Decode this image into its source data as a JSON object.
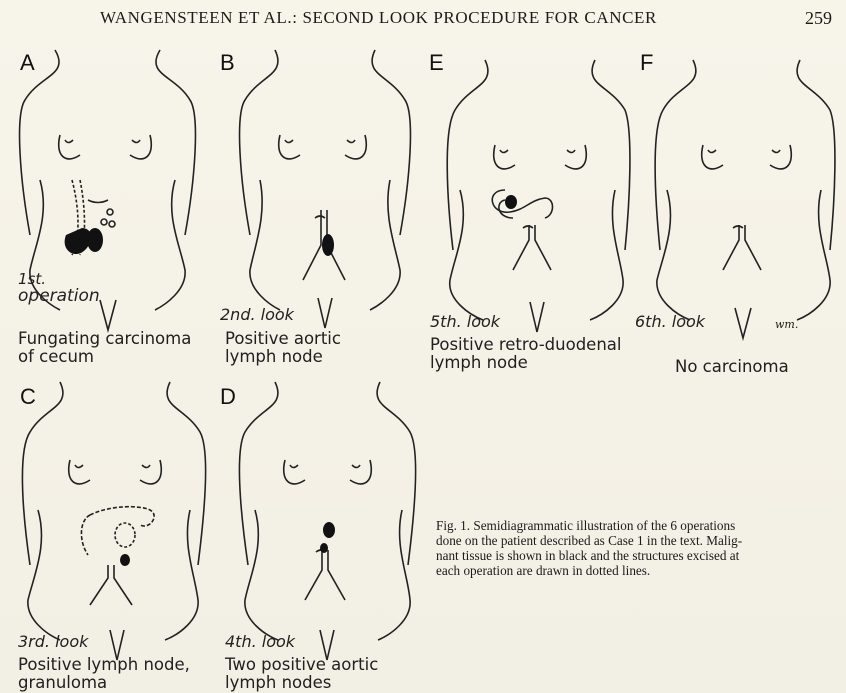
{
  "header": {
    "running_head": "WANGENSTEEN ET AL.: SECOND LOOK PROCEDURE FOR CANCER",
    "page_number": "259"
  },
  "panels": {
    "A": {
      "letter": "A",
      "op_label_1": "1st.",
      "op_label_2": "operation",
      "caption": "Fungating carcinoma\nof cecum"
    },
    "B": {
      "letter": "B",
      "op_label_1": "2nd. look",
      "caption": "Positive aortic\nlymph node"
    },
    "E": {
      "letter": "E",
      "op_label_1": "5th. look",
      "caption": "Positive retro-duodenal\nlymph node"
    },
    "F": {
      "letter": "F",
      "op_label_1": "6th. look",
      "caption": "No carcinoma",
      "signature": "wm."
    },
    "C": {
      "letter": "C",
      "op_label_1": "3rd. look",
      "caption": "Positive lymph node,\ngranuloma"
    },
    "D": {
      "letter": "D",
      "op_label_1": "4th. look",
      "caption": "Two positive aortic\nlymph nodes"
    }
  },
  "figure_caption": {
    "line1": "Fig. 1.  Semidiagrammatic illustration of the 6 operations",
    "line2": "done on the patient described as Case 1 in the text.  Malig-",
    "line3": "nant tissue is shown in black and the structures excised at",
    "line4": "each operation are drawn in dotted lines."
  },
  "colors": {
    "ink": "#1d1b18",
    "paper": "#f5f2e8"
  }
}
